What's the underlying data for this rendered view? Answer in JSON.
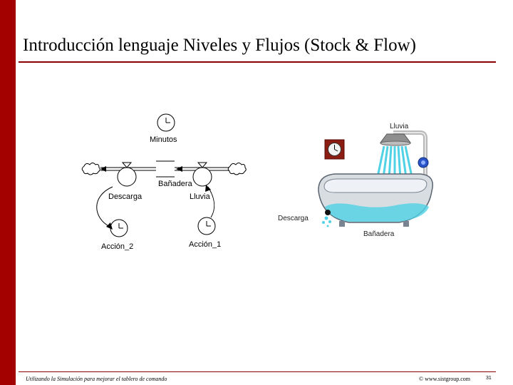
{
  "slide": {
    "title": "Introducción lenguaje Niveles y Flujos (Stock & Flow)",
    "footer_left": "Utilizando la Simulación para mejorar el tablero de comando",
    "footer_right": "© www.sistgroup.com",
    "page_number": "31"
  },
  "diagram": {
    "minutos_label": "Minutos",
    "banadera_label": "Bañadera",
    "descarga_label": "Descarga",
    "lluvia_label": "Lluvia",
    "accion2_label": "Acción_2",
    "accion1_label": "Acción_1"
  },
  "illustration": {
    "lluvia_label": "Lluvia",
    "descarga_label": "Descarga",
    "banadera_label": "Bañadera"
  },
  "colors": {
    "accent": "#a30000",
    "water": "#4fd2e6"
  }
}
